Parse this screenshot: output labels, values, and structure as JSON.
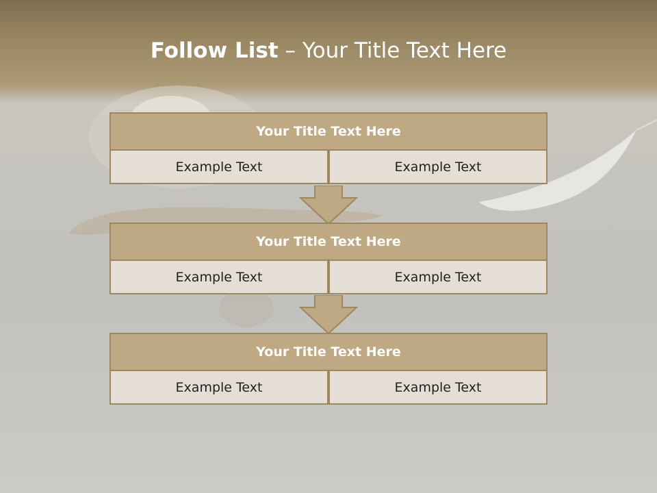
{
  "slide": {
    "title_bold": "Follow List",
    "title_light": "– Your Title Text Here"
  },
  "blocks": [
    {
      "title": "Your Title Text Here",
      "left": "Example Text",
      "right": "Example Text"
    },
    {
      "title": "Your Title Text Here",
      "left": "Example Text",
      "right": "Example Text"
    },
    {
      "title": "Your Title Text Here",
      "left": "Example Text",
      "right": "Example Text"
    }
  ],
  "colors": {
    "header_band": "#9a8763",
    "block_title_fill": "#bfa982",
    "block_cell_fill": "#e4ded5",
    "border": "#9c8760"
  }
}
